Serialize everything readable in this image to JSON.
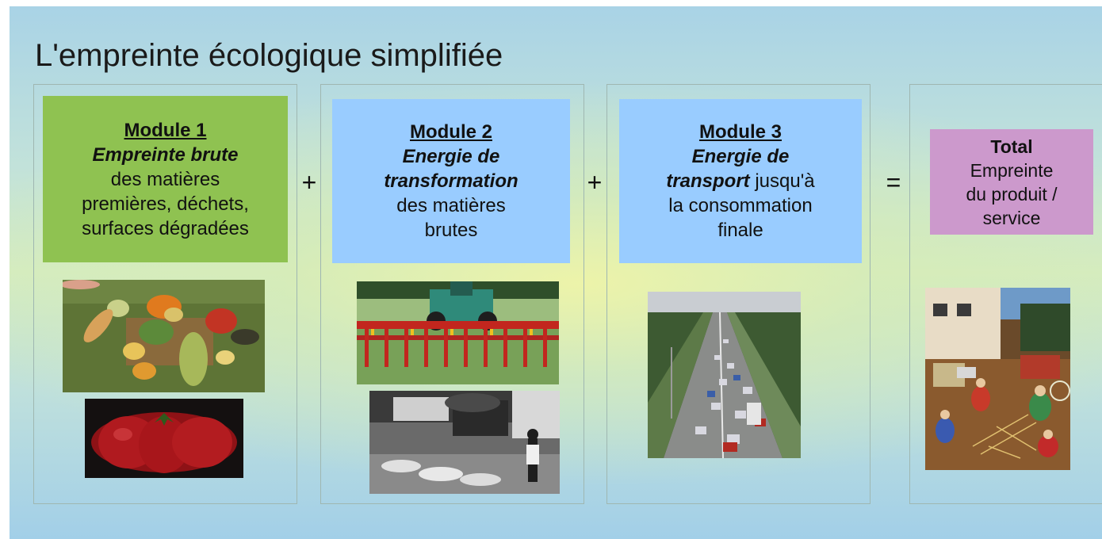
{
  "title": "L'empreinte écologique simplifiée",
  "modules": [
    {
      "heading": "Module 1 ",
      "emphasis": "Empreinte brute",
      "line3": "des matières",
      "line4": "premières, déchets,",
      "line5": "surfaces dégradées",
      "color": "#8fc251"
    },
    {
      "heading": "Module 2 ",
      "emphasis_a": "Energie de",
      "emphasis_b": "transformation",
      "line4": "des matières",
      "line5": "brutes",
      "color": "#99ccff"
    },
    {
      "heading": "Module 3",
      "emphasis_a": "Energie de",
      "emphasis_b": "transport",
      "inline": " jusqu'à",
      "line4": "la consommation",
      "line5": "finale",
      "color": "#99ccff"
    }
  ],
  "total": {
    "heading": "Total",
    "line2": "Empreinte",
    "line3": "du produit /",
    "line4": "service",
    "color": "#cc99cc"
  },
  "operators": [
    "+",
    "+",
    "="
  ],
  "images": [
    "vegetables-photo",
    "tomato-photo",
    "tractor-photo",
    "factory-photo",
    "highway-photo",
    "household-goods-photo"
  ]
}
